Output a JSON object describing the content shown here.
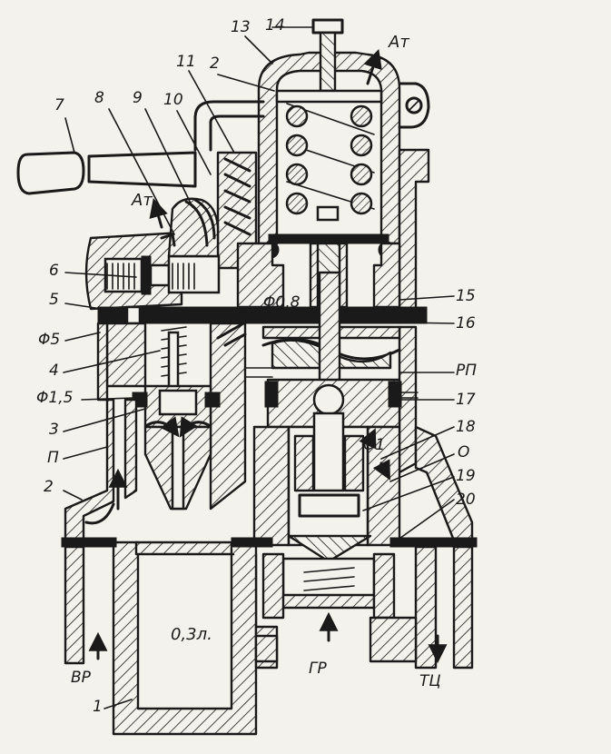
{
  "labels": {
    "l1": "1",
    "l2a": "2",
    "l2b": "2",
    "l3": "3",
    "l4": "4",
    "l5": "5",
    "l6": "6",
    "l7": "7",
    "l8": "8",
    "l9": "9",
    "l10": "10",
    "l11": "11",
    "l13": "13",
    "l14": "14",
    "l15": "15",
    "l16": "16",
    "l17": "17",
    "l18": "18",
    "l19": "19",
    "l20": "20",
    "phi5": "Φ5",
    "phi15": "Φ1,5",
    "phi08": "Φ0,8",
    "p": "П",
    "at_top": "Ат",
    "at_left": "Ат",
    "rp": "РП",
    "o1": "О1",
    "o": "О",
    "vol": "0,3л.",
    "gr": "ГР",
    "vr": "ВР",
    "tc": "ТЦ"
  }
}
